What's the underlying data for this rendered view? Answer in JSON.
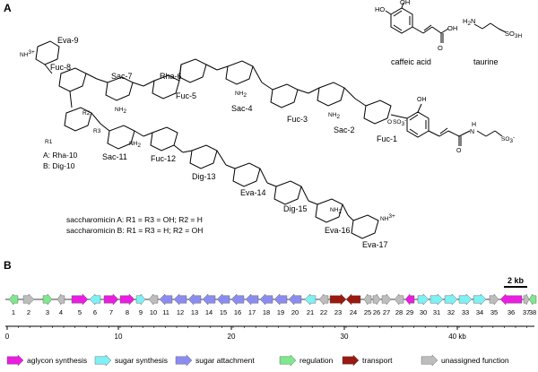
{
  "panel_a": {
    "letter": "A",
    "compound_labels": {
      "caffeic": "caffeic acid",
      "taurine": "taurine"
    },
    "sugar_labels": [
      "Eva-9",
      "Fuc-8",
      "Sac-7",
      "Rha-6",
      "Fuc-5",
      "Sac-4",
      "Fuc-3",
      "Sac-2",
      "Fuc-1",
      "Sac-11",
      "Fuc-12",
      "Dig-13",
      "Eva-14",
      "Dig-15",
      "Eva-16",
      "Eva-17"
    ],
    "variant_a": "A: Rha-10",
    "variant_b": "B: Dig-10",
    "note_a": "saccharomicin A: R1 = R3 = OH; R2 = H",
    "note_b": "saccharomicin B: R1 = R3 = H; R2 = OH",
    "atoms": {
      "nh3": "NH",
      "nh3_plus": "3+",
      "nh2": "NH",
      "nh2_sub": "2",
      "oh": "OH",
      "ho": "HO",
      "o": "O",
      "r1": "R1",
      "r2": "R2",
      "r3": "R3",
      "so3": "SO",
      "so3_sub": "3",
      "so3h": "SO",
      "so3h_sub": "3H",
      "h2n": "H",
      "h2n_tail": "N",
      "h2n_sub": "2",
      "n": "N",
      "h": "H",
      "minus": "-"
    }
  },
  "panel_b": {
    "letter": "B",
    "scale_label": "2 kb",
    "axis_ticks": [
      "0",
      "10",
      "20",
      "30",
      "40 kb"
    ],
    "genes": [
      {
        "n": "1",
        "cat": "regulation",
        "dir": "L"
      },
      {
        "n": "2",
        "cat": "unassigned",
        "dir": "R"
      },
      {
        "n": "3",
        "cat": "regulation",
        "dir": "R"
      },
      {
        "n": "4",
        "cat": "unassigned",
        "dir": "L"
      },
      {
        "n": "5",
        "cat": "aglycon",
        "dir": "R"
      },
      {
        "n": "6",
        "cat": "sugar_synthesis",
        "dir": "L"
      },
      {
        "n": "7",
        "cat": "aglycon",
        "dir": "R"
      },
      {
        "n": "8",
        "cat": "aglycon",
        "dir": "R"
      },
      {
        "n": "9",
        "cat": "sugar_synthesis",
        "dir": "R"
      },
      {
        "n": "10",
        "cat": "unassigned",
        "dir": "L"
      },
      {
        "n": "11",
        "cat": "sugar_attachment",
        "dir": "L"
      },
      {
        "n": "12",
        "cat": "sugar_attachment",
        "dir": "L"
      },
      {
        "n": "13",
        "cat": "sugar_attachment",
        "dir": "L"
      },
      {
        "n": "14",
        "cat": "sugar_attachment",
        "dir": "L"
      },
      {
        "n": "15",
        "cat": "sugar_attachment",
        "dir": "L"
      },
      {
        "n": "16",
        "cat": "sugar_attachment",
        "dir": "L"
      },
      {
        "n": "17",
        "cat": "sugar_attachment",
        "dir": "L"
      },
      {
        "n": "18",
        "cat": "sugar_attachment",
        "dir": "L"
      },
      {
        "n": "19",
        "cat": "sugar_attachment",
        "dir": "L"
      },
      {
        "n": "20",
        "cat": "sugar_attachment",
        "dir": "L"
      },
      {
        "n": "21",
        "cat": "sugar_synthesis",
        "dir": "L"
      },
      {
        "n": "22",
        "cat": "unassigned",
        "dir": "L"
      },
      {
        "n": "23",
        "cat": "transport",
        "dir": "R"
      },
      {
        "n": "24",
        "cat": "transport",
        "dir": "L"
      },
      {
        "n": "25",
        "cat": "unassigned",
        "dir": "L"
      },
      {
        "n": "26",
        "cat": "unassigned",
        "dir": "R"
      },
      {
        "n": "27",
        "cat": "unassigned",
        "dir": "R"
      },
      {
        "n": "28",
        "cat": "unassigned",
        "dir": "L"
      },
      {
        "n": "29",
        "cat": "aglycon",
        "dir": "L"
      },
      {
        "n": "30",
        "cat": "sugar_synthesis",
        "dir": "R"
      },
      {
        "n": "31",
        "cat": "sugar_synthesis",
        "dir": "R"
      },
      {
        "n": "32",
        "cat": "sugar_synthesis",
        "dir": "R"
      },
      {
        "n": "33",
        "cat": "sugar_synthesis",
        "dir": "R"
      },
      {
        "n": "34",
        "cat": "sugar_synthesis",
        "dir": "R"
      },
      {
        "n": "35",
        "cat": "unassigned",
        "dir": "R"
      },
      {
        "n": "36",
        "cat": "aglycon",
        "dir": "L"
      },
      {
        "n": "37",
        "cat": "unassigned",
        "dir": "R"
      },
      {
        "n": "38",
        "cat": "regulation",
        "dir": "L"
      }
    ],
    "legend": [
      {
        "key": "aglycon",
        "label": "aglycon synthesis",
        "color": "#e91ee0",
        "dir": "R"
      },
      {
        "key": "sugar_synthesis",
        "label": "sugar synthesis",
        "color": "#7ff0f4",
        "dir": "R"
      },
      {
        "key": "sugar_attachment",
        "label": "sugar attachment",
        "color": "#8c8cf0",
        "dir": "R"
      },
      {
        "key": "regulation",
        "label": "regulation",
        "color": "#7ee88c",
        "dir": "R"
      },
      {
        "key": "transport",
        "label": "transport",
        "color": "#9a1a12",
        "dir": "R"
      },
      {
        "key": "unassigned",
        "label": "unassigned function",
        "color": "#bdbdbd",
        "dir": "R"
      }
    ]
  }
}
